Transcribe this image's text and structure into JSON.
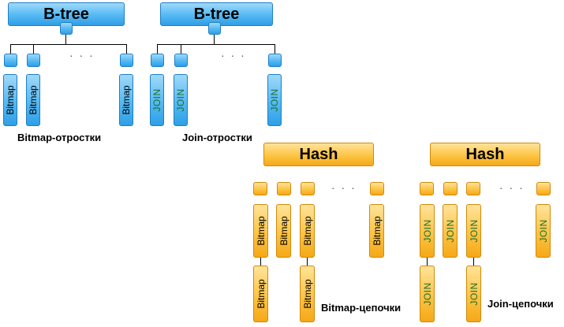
{
  "btree_bitmap": {
    "title": "B-tree",
    "leaf_label": "Bitmap",
    "ellipsis": "· · ·",
    "caption": "Bitmap-отростки"
  },
  "btree_join": {
    "title": "B-tree",
    "leaf_label": "JOIN",
    "ellipsis": "· · ·",
    "caption": "Join-отростки"
  },
  "hash_bitmap": {
    "title": "Hash",
    "leaf_label": "Bitmap",
    "ellipsis": "· · ·",
    "caption": "Bitmap-цепочки"
  },
  "hash_join": {
    "title": "Hash",
    "leaf_label": "JOIN",
    "ellipsis": "· · ·",
    "caption": "Join-цепочки"
  },
  "colors": {
    "btree_fill": "#55b9f3",
    "btree_border": "#1f7fc6",
    "hash_fill": "#fdc445",
    "hash_border": "#d18a0c",
    "join_text": "#1a6f2a"
  }
}
